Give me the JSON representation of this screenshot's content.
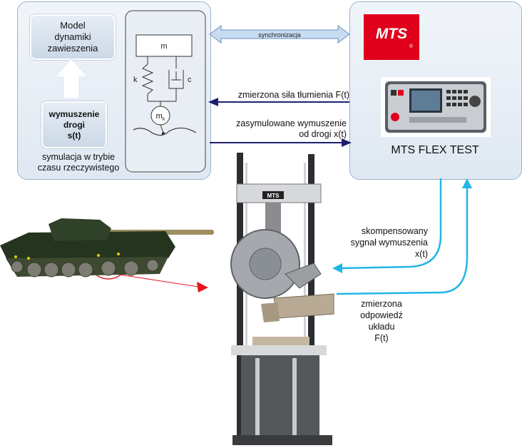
{
  "left_panel": {
    "model_box": "Model\ndynamiki\nzawieszenia",
    "input_box": "wymuszenie\ndrogi\ns(t)",
    "caption": "symulacja w trybie\nczasu rzeczywistego",
    "schematic": {
      "mass_top": "m",
      "spring": "k",
      "damper": "c",
      "mass_wheel_base": "m",
      "mass_wheel_sub": "k"
    }
  },
  "links": {
    "sync": "synchronizacja",
    "measured_damping": "zmierzona siła tłumienia F(t)",
    "simulated_input": "zasymulowane wymuszenie\nod drogi x(t)",
    "compensated_signal": "skompensowany\nsygnał wymuszenia\nx(t)",
    "measured_response": "zmierzona\nodpowiedź\nukładu\nF(t)"
  },
  "right_panel": {
    "logo": "MTS",
    "registered": "®",
    "title": "MTS FLEX TEST"
  },
  "rig": {
    "plate": "MTS"
  },
  "colors": {
    "panel_border": "#9ab4cf",
    "arrow_dark": "#1f1f6e",
    "arrow_cyan": "#22b6e8",
    "mts_red": "#e0001b",
    "pointer_red": "#e8121c"
  }
}
